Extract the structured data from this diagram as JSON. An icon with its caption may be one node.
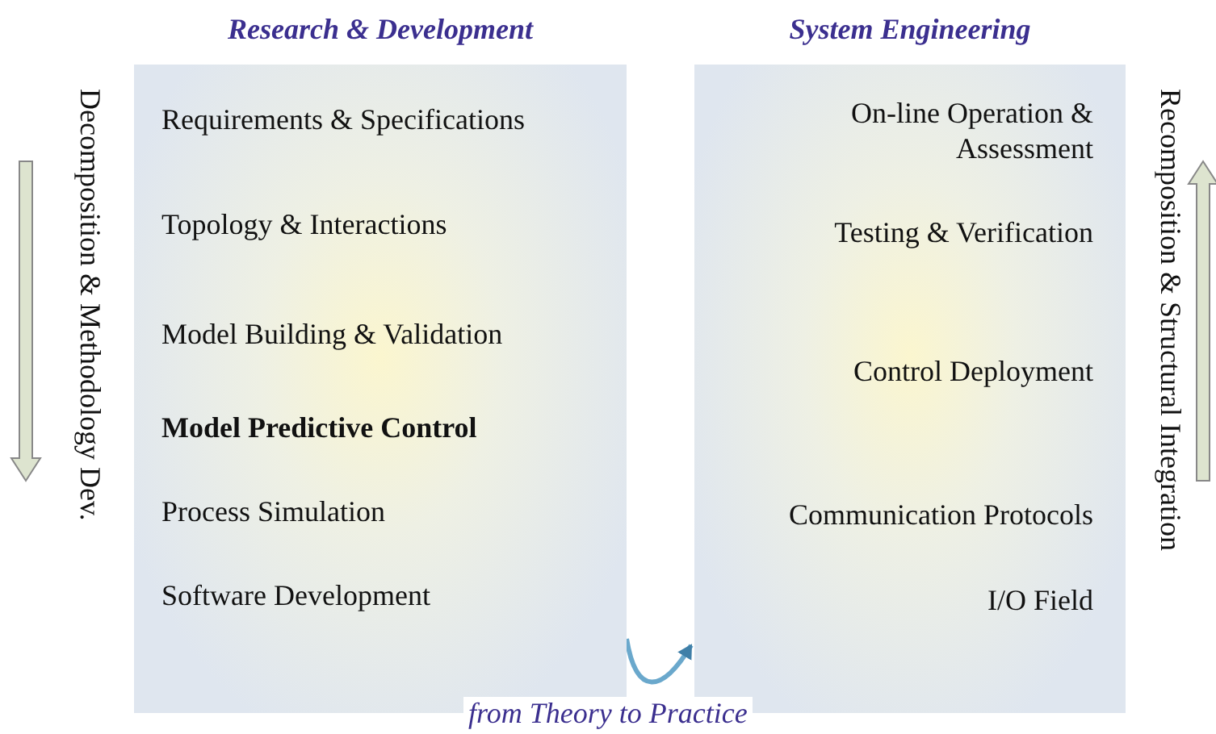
{
  "diagram": {
    "nodes": [
      {
        "text": [
          "Research & Development"
        ]
      },
      {
        "text": [
          "Requirements & Specifications"
        ],
        "in": 0
      },
      {
        "text": [
          "Topology & Interactions"
        ],
        "in": 0
      },
      {
        "text": [
          "Model Building & Validation"
        ],
        "in": 0
      },
      {
        "text": [
          "Model Predictive Control"
        ],
        "in": 0
      },
      {
        "text": [
          "Process Simulation"
        ],
        "in": 0
      },
      {
        "text": [
          "Software Development"
        ],
        "in": 0
      },
      {
        "text": [
          "System Engineering"
        ]
      },
      {
        "text": [
          "On-line Operation & Assessment"
        ],
        "in": 7
      },
      {
        "text": [
          "Testing & Verification"
        ],
        "in": 7
      },
      {
        "text": [
          "Control Deployment"
        ],
        "in": 7
      },
      {
        "text": [
          "Communication Protocols"
        ],
        "in": 7
      },
      {
        "text": [
          "I/O Field"
        ],
        "in": 7
      }
    ],
    "edges": [
      {
        "from": 0,
        "to": 7,
        "arrow": "to",
        "label": "from Theory to Practice"
      }
    ],
    "labels": [
      "Decomposition & Methodology Dev.",
      "Recomposition & Structural Integration"
    ]
  }
}
